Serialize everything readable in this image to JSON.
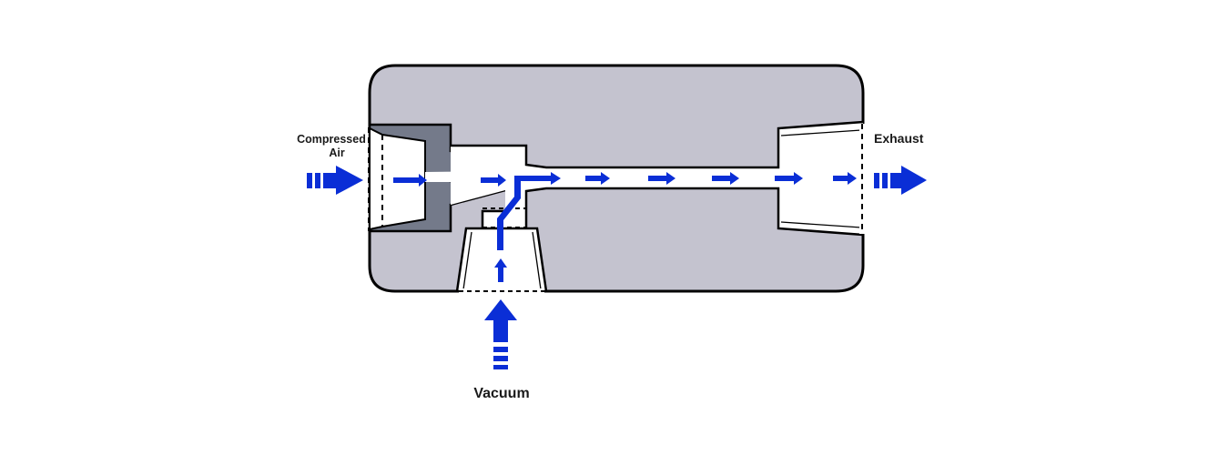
{
  "diagram": {
    "title": "Vacuum ejector (venturi) air flow",
    "labels": {
      "inlet_line1": "Compressed",
      "inlet_line2": "Air",
      "outlet": "Exhaust",
      "vacuum": "Vacuum"
    },
    "colors": {
      "body_fill": "#c4c3cf",
      "nozzle_fill": "#747a8a",
      "outline": "#000000",
      "flow_arrow": "#0a2ed6",
      "channel": "#ffffff"
    },
    "flows": [
      {
        "name": "compressed-air-inlet",
        "direction": "right"
      },
      {
        "name": "vacuum-suction",
        "direction": "up"
      },
      {
        "name": "exhaust-outlet",
        "direction": "right"
      }
    ]
  }
}
